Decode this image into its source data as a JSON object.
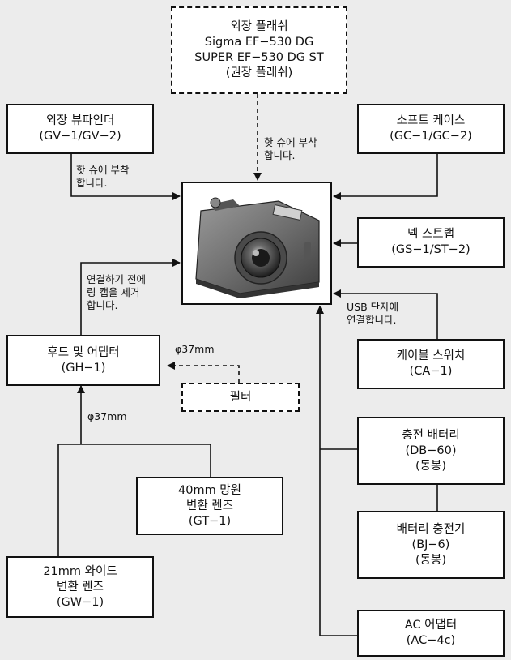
{
  "flash": {
    "l1": "외장 플래쉬",
    "l2": "Sigma EF−530 DG",
    "l3": "SUPER EF−530 DG ST",
    "l4": "(권장 플래쉬)"
  },
  "viewfinder": {
    "l1": "외장 뷰파인더",
    "l2": "(GV−1/GV−2)"
  },
  "softcase": {
    "l1": "소프트 케이스",
    "l2": "(GC−1/GC−2)"
  },
  "neckstrap": {
    "l1": "넥 스트랩",
    "l2": "(GS−1/ST−2)"
  },
  "cable": {
    "l1": "케이블 스위치",
    "l2": "(CA−1)"
  },
  "hood": {
    "l1": "후드 및 어댑터",
    "l2": "(GH−1)"
  },
  "filter": {
    "l1": "필터"
  },
  "tele": {
    "l1": "40mm 망원",
    "l2": "변환 렌즈",
    "l3": "(GT−1)"
  },
  "wide": {
    "l1": "21mm 와이드",
    "l2": "변환 렌즈",
    "l3": "(GW−1)"
  },
  "battery": {
    "l1": "충전 배터리",
    "l2": "(DB−60)",
    "l3": "(동봉)"
  },
  "charger": {
    "l1": "배터리 충전기",
    "l2": "(BJ−6)",
    "l3": "(동봉)"
  },
  "acadapter": {
    "l1": "AC 어댑터",
    "l2": "(AC−4c)"
  },
  "notes": {
    "shoe_flash": {
      "l1": "핫 슈에 부착",
      "l2": "합니다."
    },
    "shoe_viewfinder": {
      "l1": "핫 슈에 부착",
      "l2": "합니다."
    },
    "ring_cap": {
      "l1": "연결하기 전에",
      "l2": "링 캡을 제거",
      "l3": "합니다."
    },
    "usb": {
      "l1": "USB 단자에",
      "l2": "연결합니다."
    },
    "diam_filter": "φ37mm",
    "diam_lens": "φ37mm"
  }
}
